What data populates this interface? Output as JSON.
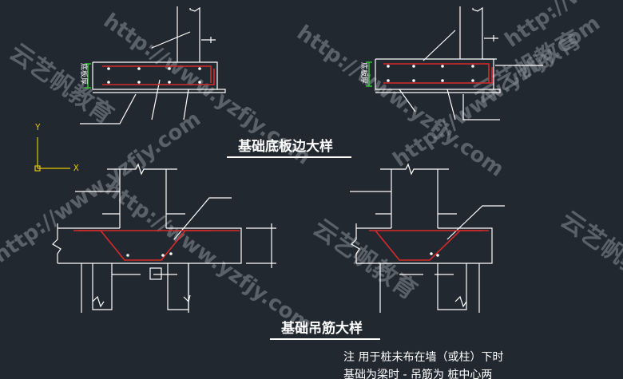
{
  "colors": {
    "background": "#212830",
    "line": "#ffffff",
    "rebar": "#d82a2a",
    "dimension": "#3cc83c",
    "ucs": "#e6c400",
    "watermark": "#8a9098"
  },
  "titles": {
    "edge_detail": "基础底板边大样",
    "hanger_detail": "基础吊筋大样"
  },
  "labels": {
    "slab_thickness": "底板厚"
  },
  "ucs": {
    "y_label": "Y",
    "x_label": "X"
  },
  "notes": {
    "line1": "注   用于桩未布在墙（或柱）下时",
    "line2": "基础为梁时 - 吊筋为          桩中心两"
  },
  "watermarks": {
    "url": "http://www.yzfjy.com",
    "brand": "云艺帆教育"
  }
}
